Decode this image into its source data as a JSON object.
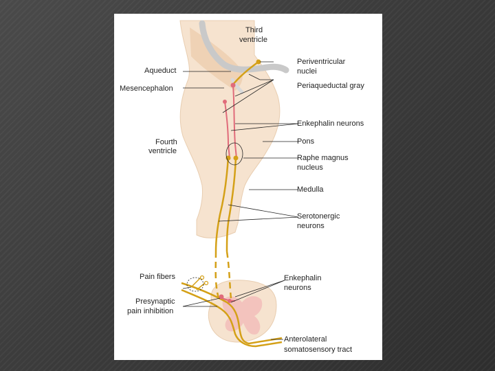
{
  "diagram": {
    "colors": {
      "tissue": "#f6e3cf",
      "tissue_dark": "#efd2b5",
      "gray_matter": "#f3c3bd",
      "ventricle": "#c9c9c9",
      "neuron_gold": "#d4a017",
      "neuron_pink": "#e06b7a",
      "leader": "#222222"
    },
    "labels": {
      "third_ventricle_1": "Third",
      "third_ventricle_2": "ventricle",
      "aqueduct": "Aqueduct",
      "mesencephalon": "Mesencephalon",
      "fourth_ventricle_1": "Fourth",
      "fourth_ventricle_2": "ventricle",
      "periventricular_1": "Periventricular",
      "periventricular_2": "nuclei",
      "periaqueductal": "Periaqueductal gray",
      "enkephalin_neurons_top": "Enkephalin neurons",
      "pons": "Pons",
      "raphe_1": "Raphe magnus",
      "raphe_2": "nucleus",
      "medulla": "Medulla",
      "serotonergic_1": "Serotonergic",
      "serotonergic_2": "neurons",
      "pain_fibers": "Pain fibers",
      "presynaptic_1": "Presynaptic",
      "presynaptic_2": "pain inhibition",
      "enkephalin_bottom_1": "Enkephalin",
      "enkephalin_bottom_2": "neurons",
      "anterolateral_1": "Anterolateral",
      "anterolateral_2": "somatosensory tract"
    }
  }
}
